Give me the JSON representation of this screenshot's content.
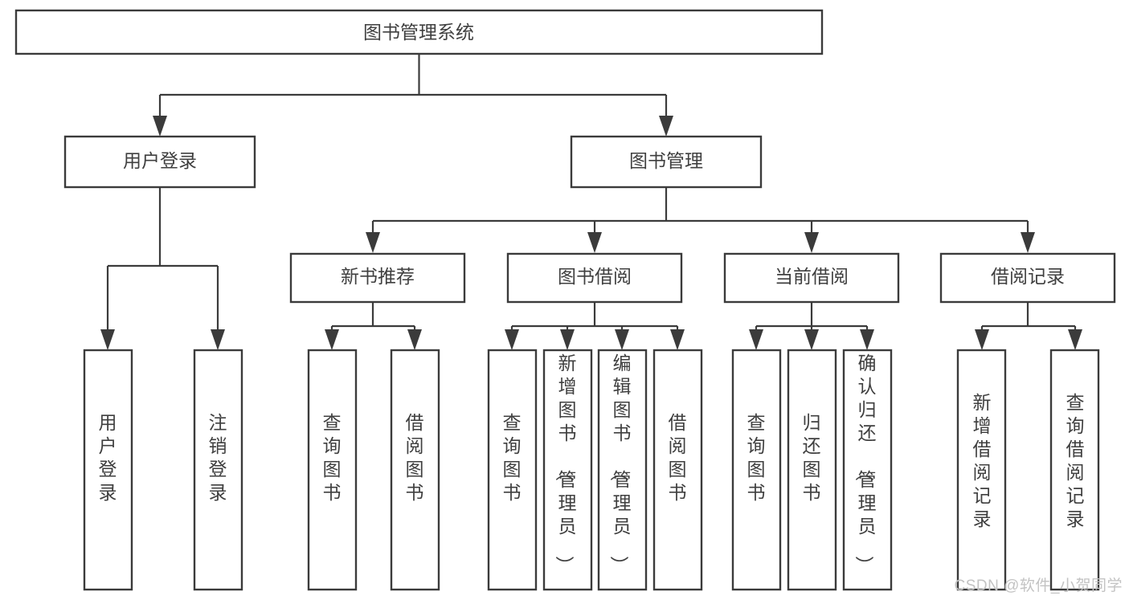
{
  "diagram": {
    "title": "图书管理系统",
    "type": "tree-hierarchy",
    "watermark": "CSDN @软件_小贺同学",
    "colors": {
      "box_stroke": "#3b3b3b",
      "box_fill": "#ffffff",
      "text": "#3f3f3f",
      "connector": "#3b3b3b",
      "background": "#ffffff",
      "watermark": "#c3c3c3"
    },
    "levels": [
      {
        "level": 0,
        "nodes": [
          {
            "id": "root",
            "label": "图书管理系统",
            "orientation": "horizontal"
          }
        ]
      },
      {
        "level": 1,
        "nodes": [
          {
            "id": "login",
            "label": "用户登录",
            "orientation": "horizontal",
            "parent": "root"
          },
          {
            "id": "bookmgmt",
            "label": "图书管理",
            "orientation": "horizontal",
            "parent": "root"
          }
        ]
      },
      {
        "level": 2,
        "nodes": [
          {
            "id": "newbook",
            "label": "新书推荐",
            "orientation": "horizontal",
            "parent": "bookmgmt"
          },
          {
            "id": "borrow",
            "label": "图书借阅",
            "orientation": "horizontal",
            "parent": "bookmgmt"
          },
          {
            "id": "current",
            "label": "当前借阅",
            "orientation": "horizontal",
            "parent": "bookmgmt"
          },
          {
            "id": "records",
            "label": "借阅记录",
            "orientation": "horizontal",
            "parent": "bookmgmt"
          }
        ]
      },
      {
        "level": 3,
        "nodes": [
          {
            "id": "leaf-user-login",
            "label": "用户登录",
            "orientation": "vertical",
            "parent": "login"
          },
          {
            "id": "leaf-logout",
            "label": "注销登录",
            "orientation": "vertical",
            "parent": "login"
          },
          {
            "id": "leaf-query-book-1",
            "label": "查询图书",
            "orientation": "vertical",
            "parent": "newbook"
          },
          {
            "id": "leaf-borrow-book-1",
            "label": "借阅图书",
            "orientation": "vertical",
            "parent": "newbook"
          },
          {
            "id": "leaf-query-book-2",
            "label": "查询图书",
            "orientation": "vertical",
            "parent": "borrow"
          },
          {
            "id": "leaf-add-book",
            "label": "新增图书（管理员）",
            "orientation": "vertical",
            "parent": "borrow"
          },
          {
            "id": "leaf-edit-book",
            "label": "编辑图书（管理员）",
            "orientation": "vertical",
            "parent": "borrow"
          },
          {
            "id": "leaf-borrow-book-2",
            "label": "借阅图书",
            "orientation": "vertical",
            "parent": "borrow"
          },
          {
            "id": "leaf-query-book-3",
            "label": "查询图书",
            "orientation": "vertical",
            "parent": "current"
          },
          {
            "id": "leaf-return-book",
            "label": "归还图书",
            "orientation": "vertical",
            "parent": "current"
          },
          {
            "id": "leaf-confirm-return",
            "label": "确认归还（管理员）",
            "orientation": "vertical",
            "parent": "current"
          },
          {
            "id": "leaf-add-record",
            "label": "新增借阅记录",
            "orientation": "vertical",
            "parent": "records"
          },
          {
            "id": "leaf-query-record",
            "label": "查询借阅记录",
            "orientation": "vertical",
            "parent": "records"
          }
        ]
      }
    ]
  }
}
